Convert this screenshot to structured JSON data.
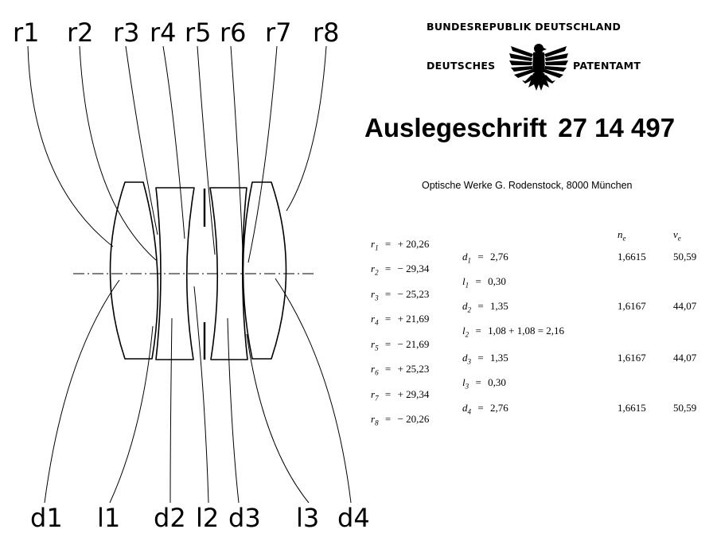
{
  "header": {
    "republic": "BUNDESREPUBLIK DEUTSCHLAND",
    "office_left": "DEUTSCHES",
    "office_right": "PATENTAMT",
    "emblem_icon": "federal-eagle-icon"
  },
  "title": {
    "label": "Auslegeschrift",
    "number": "27 14 497"
  },
  "applicant": "Optische Werke G. Rodenstock, 8000 München",
  "diagram_labels": {
    "top": [
      "r1",
      "r2",
      "r3",
      "r4",
      "r5",
      "r6",
      "r7",
      "r8"
    ],
    "bottom": [
      "d1",
      "l1",
      "d2",
      "l2",
      "d3",
      "l3",
      "d4"
    ]
  },
  "table": {
    "col_ne": {
      "sym": "n",
      "sub": "e"
    },
    "col_ve": {
      "sym": "v",
      "sub": "e"
    },
    "radii": [
      {
        "sym": "r",
        "sub": "1",
        "eq": "=",
        "val": "+ 20,26"
      },
      {
        "sym": "r",
        "sub": "2",
        "eq": "=",
        "val": "− 29,34"
      },
      {
        "sym": "r",
        "sub": "3",
        "eq": "=",
        "val": "− 25,23"
      },
      {
        "sym": "r",
        "sub": "4",
        "eq": "=",
        "val": "+ 21,69"
      },
      {
        "sym": "r",
        "sub": "5",
        "eq": "=",
        "val": "− 21,69"
      },
      {
        "sym": "r",
        "sub": "6",
        "eq": "=",
        "val": "+ 25,23"
      },
      {
        "sym": "r",
        "sub": "7",
        "eq": "=",
        "val": "+ 29,34"
      },
      {
        "sym": "r",
        "sub": "8",
        "eq": "=",
        "val": "− 20,26"
      }
    ],
    "spacings": [
      {
        "sym": "d",
        "sub": "1",
        "eq": "=",
        "val": "2,76",
        "ne": "1,6615",
        "ve": "50,59"
      },
      {
        "sym": "l",
        "sub": "1",
        "eq": "=",
        "val": "0,30",
        "ne": "",
        "ve": ""
      },
      {
        "sym": "d",
        "sub": "2",
        "eq": "=",
        "val": "1,35",
        "ne": "1,6167",
        "ve": "44,07"
      },
      {
        "sym": "l",
        "sub": "2",
        "eq": "=",
        "val": "1,08 + 1,08  =  2,16",
        "ne": "",
        "ve": ""
      },
      {
        "sym": "d",
        "sub": "3",
        "eq": "=",
        "val": "1,35",
        "ne": "1,6167",
        "ve": "44,07"
      },
      {
        "sym": "l",
        "sub": "3",
        "eq": "=",
        "val": "0,30",
        "ne": "",
        "ve": ""
      },
      {
        "sym": "d",
        "sub": "4",
        "eq": "=",
        "val": "2,76",
        "ne": "1,6615",
        "ve": "50,59"
      }
    ]
  }
}
